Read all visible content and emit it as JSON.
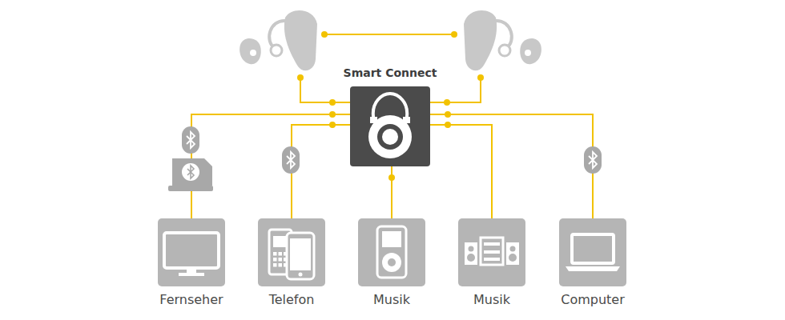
{
  "diagram": {
    "nodes": [
      {
        "text": [
          "Smart Connect"
        ]
      },
      {
        "text": [
          "Fernseher"
        ]
      },
      {
        "text": [
          "Telefon"
        ]
      },
      {
        "text": [
          "Musik"
        ]
      },
      {
        "text": [
          "Musik"
        ]
      },
      {
        "text": [
          "Computer"
        ]
      }
    ],
    "edges": [
      {
        "from": 0,
        "to": 1,
        "arrow": "none"
      },
      {
        "from": 0,
        "to": 2,
        "arrow": "none"
      },
      {
        "from": 0,
        "to": 3,
        "arrow": "none"
      },
      {
        "from": 0,
        "to": 4,
        "arrow": "none"
      },
      {
        "from": 0,
        "to": 5,
        "arrow": "none"
      }
    ]
  }
}
